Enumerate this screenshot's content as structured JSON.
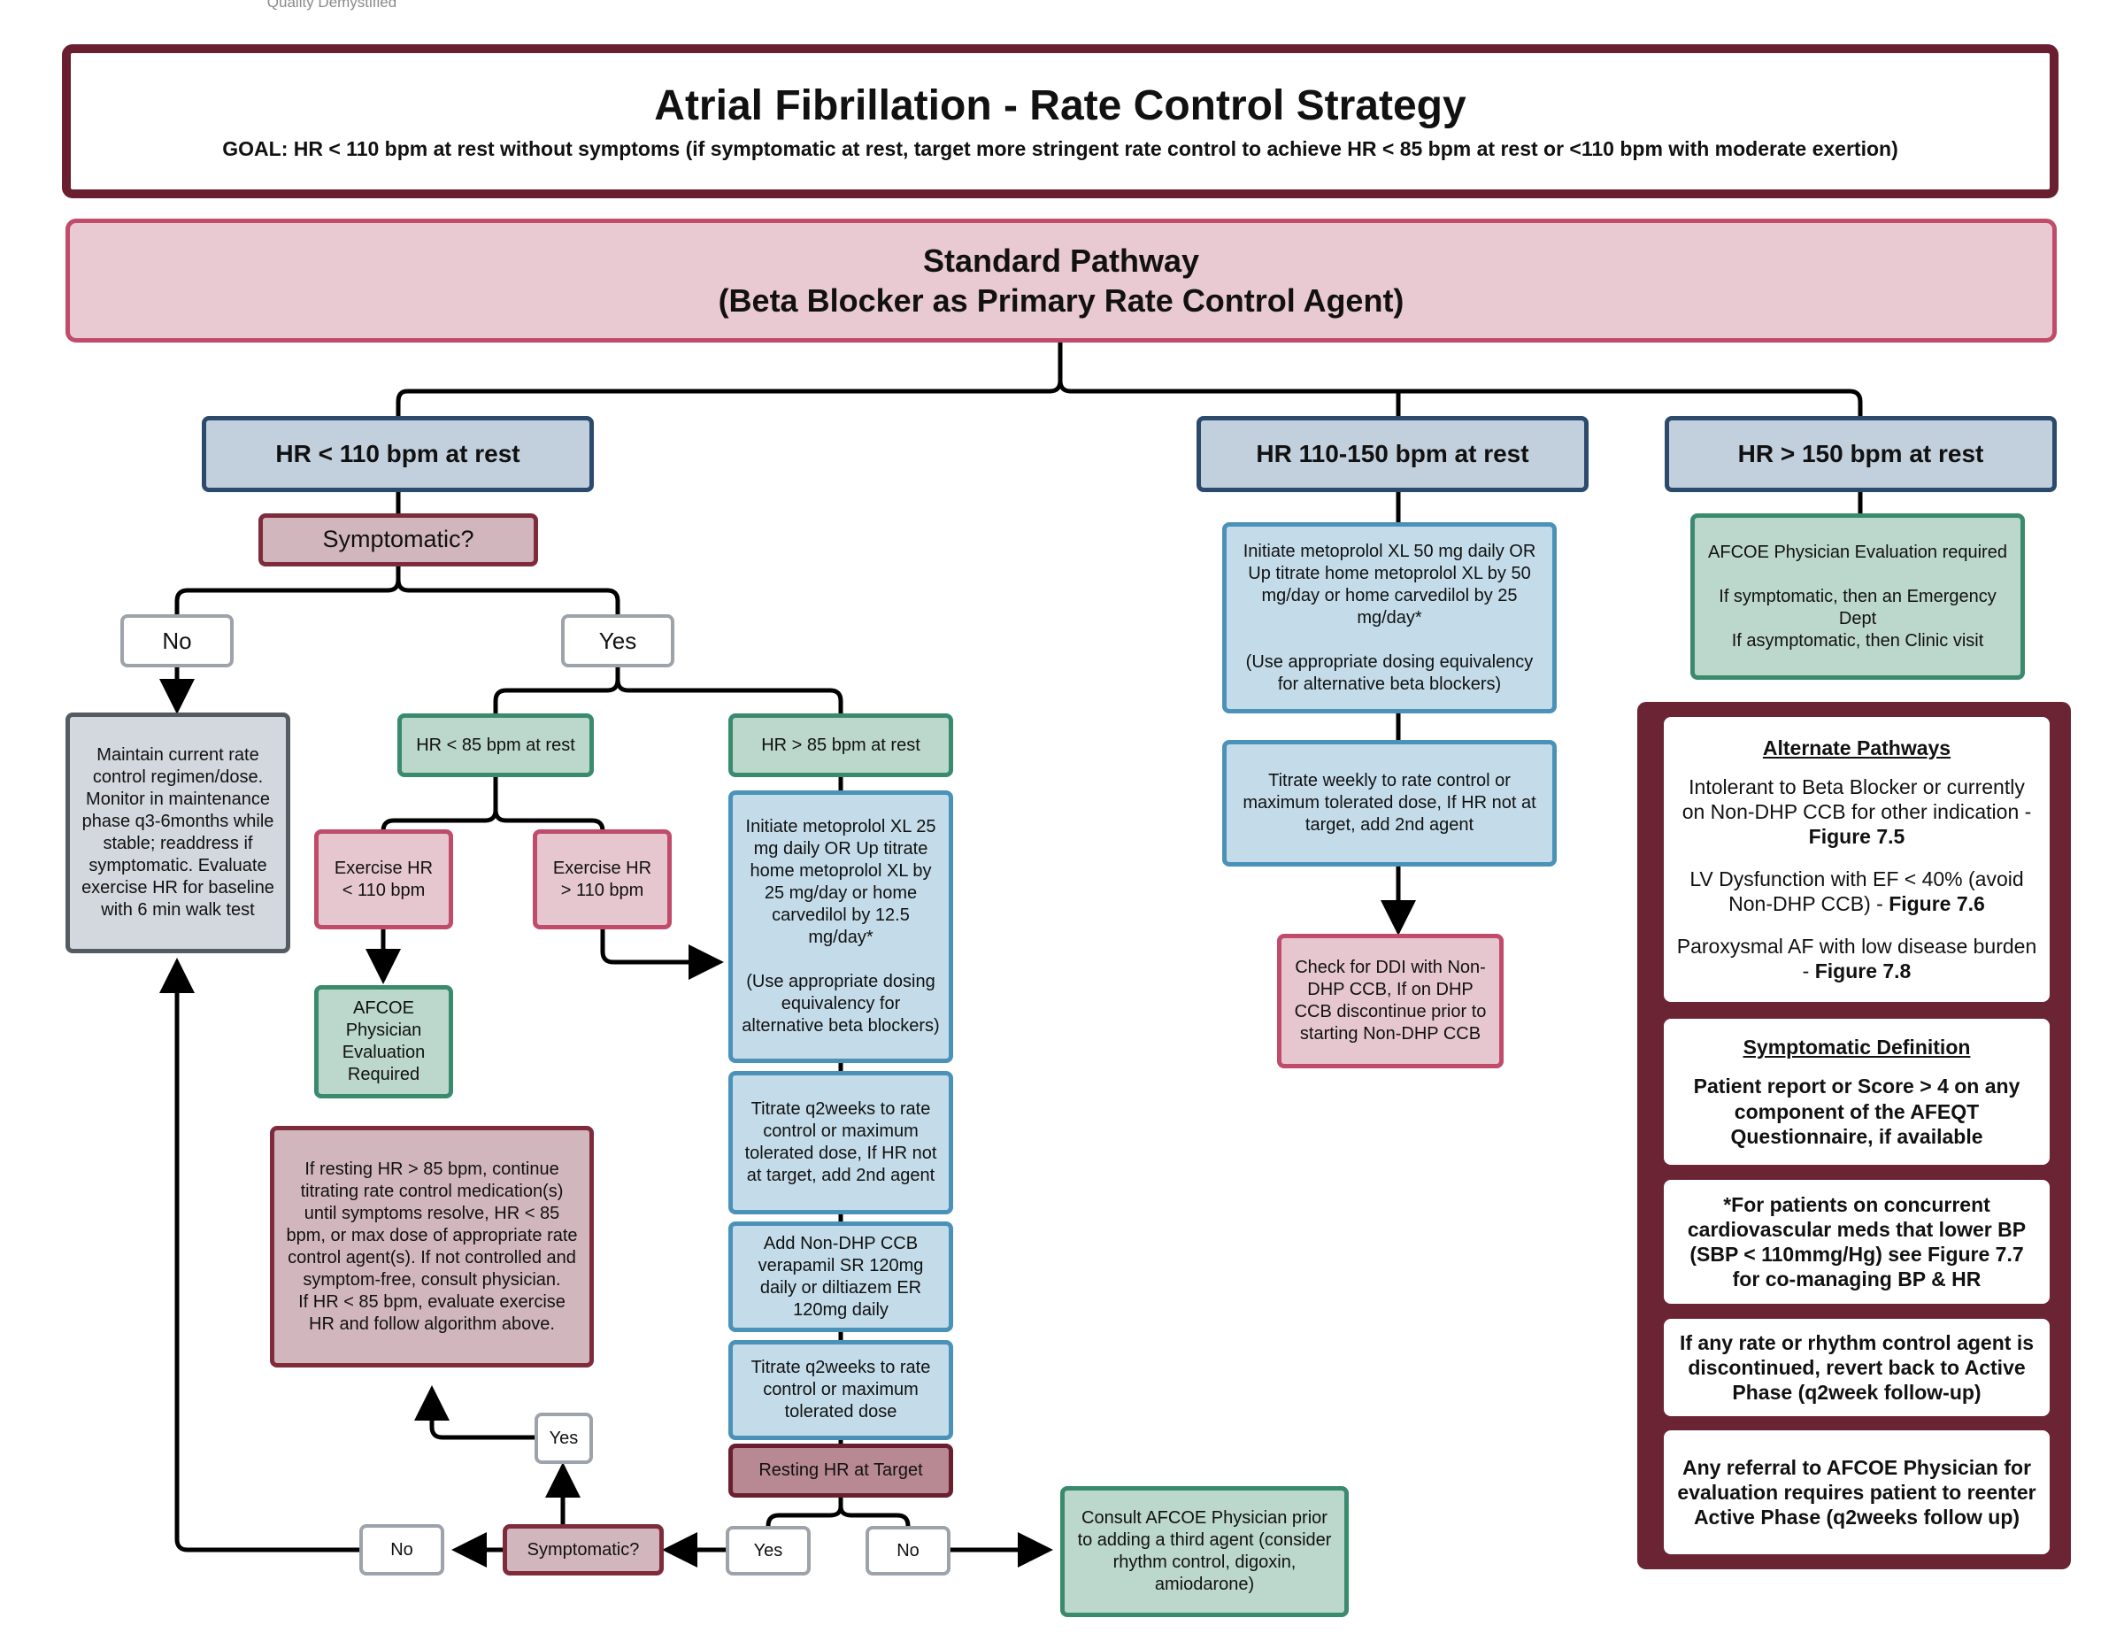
{
  "header_line": "Quality Demystified",
  "title": "Atrial Fibrillation - Rate Control Strategy",
  "goal": "GOAL: HR < 110 bpm at rest without symptoms (if symptomatic at rest, target more stringent rate control to achieve HR < 85 bpm at rest or <110 bpm with moderate exertion)",
  "standard_pathway": {
    "line1": "Standard Pathway",
    "line2": "(Beta Blocker as Primary Rate Control Agent)"
  },
  "branch_lt110": {
    "header": "HR < 110 bpm at rest",
    "symptomatic": "Symptomatic?",
    "no": "No",
    "yes": "Yes",
    "maintain": "Maintain current rate control regimen/dose. Monitor in maintenance phase q3-6months while stable; readdress if symptomatic. Evaluate exercise HR for baseline with 6 min walk test",
    "hr_lt85": "HR < 85 bpm at rest",
    "hr_ge85": "HR > 85 bpm at rest",
    "exercise_lt110": "Exercise HR < 110 bpm",
    "exercise_ge110": "Exercise HR > 110 bpm",
    "afcoe_required": "AFCOE Physician Evaluation Required",
    "initiate_25": "Initiate metoprolol XL 25 mg daily OR Up titrate home metoprolol XL by 25 mg/day or home carvedilol by 12.5 mg/day*\n\n(Use appropriate dosing equivalency for alternative beta blockers)",
    "titrate_q2_a": "Titrate q2weeks to rate control or maximum tolerated dose, If HR not at target, add 2nd agent",
    "add_ccb": "Add Non-DHP CCB verapamil SR 120mg daily or diltiazem ER 120mg daily",
    "titrate_q2_b": "Titrate q2weeks to rate control or maximum tolerated dose",
    "resting_target": "Resting HR at Target",
    "yes_bottom": "Yes",
    "no_bottom": "No",
    "symptomatic_bottom": "Symptomatic?",
    "no_left": "No",
    "yes_up": "Yes",
    "if_resting": "If resting HR > 85 bpm, continue titrating rate control medication(s) until symptoms resolve, HR < 85 bpm, or max dose of appropriate rate control agent(s). If not controlled and symptom-free, consult physician.\nIf HR < 85 bpm, evaluate exercise HR and follow algorithm above.",
    "consult_third": "Consult AFCOE Physician prior to adding a third agent (consider rhythm control, digoxin, amiodarone)"
  },
  "branch_110_150": {
    "header": "HR 110-150 bpm at rest",
    "initiate_50": "Initiate metoprolol XL 50 mg daily OR Up titrate home metoprolol XL by 50 mg/day or home carvedilol by 25 mg/day*\n\n(Use appropriate dosing equivalency for alternative beta blockers)",
    "titrate_weekly": "Titrate weekly to rate control or maximum tolerated dose, If HR not at target, add 2nd agent",
    "check_ddi": "Check for DDI with Non-DHP CCB, If on DHP CCB discontinue prior to starting Non-DHP CCB"
  },
  "branch_gt150": {
    "header": "HR > 150 bpm at rest",
    "afcoe_eval": "AFCOE Physician Evaluation required\n\nIf symptomatic, then an Emergency Dept\nIf asymptomatic, then Clinic visit"
  },
  "side_panel": {
    "alt_title": "Alternate Pathways",
    "alt_1": "Intolerant to Beta Blocker or currently on Non-DHP CCB for other indication -",
    "alt_1_fig": "Figure 7.5",
    "alt_2": "LV Dysfunction with EF < 40% (avoid Non-DHP CCB) -",
    "alt_2_fig": "Figure 7.6",
    "alt_3": "Paroxysmal AF with low disease burden -",
    "alt_3_fig": "Figure 7.8",
    "sym_title": "Symptomatic Definition",
    "sym_text": "Patient report or Score > 4 on any component of the AFEQT Questionnaire, if available",
    "note_bp": "*For patients on concurrent cardiovascular meds that lower BP (SBP < 110mmg/Hg) see Figure 7.7 for co-managing BP & HR",
    "note_revert": "If any rate or rhythm control agent is discontinued, revert back to Active Phase (q2week follow-up)",
    "note_referral": "Any referral to AFCOE Physician for evaluation requires patient to reenter Active Phase (q2weeks follow up)"
  }
}
